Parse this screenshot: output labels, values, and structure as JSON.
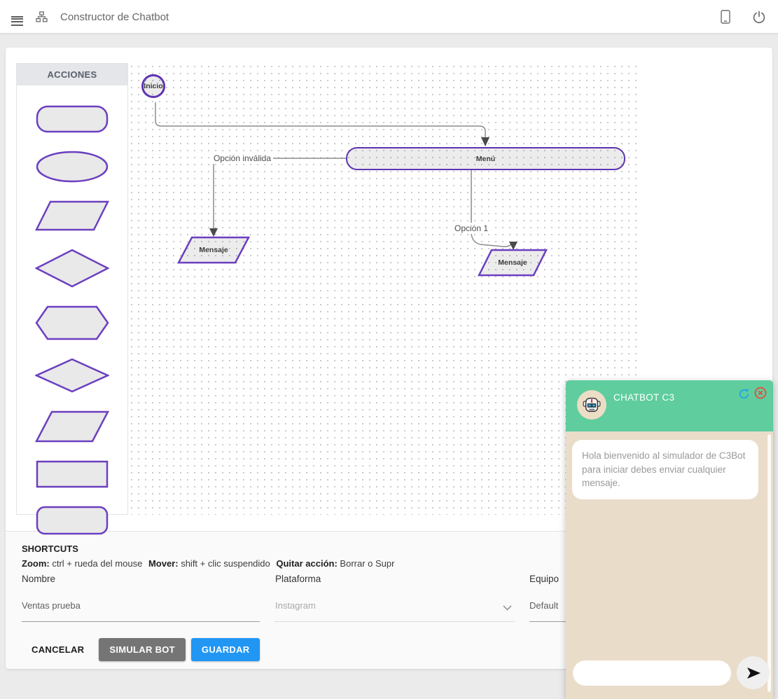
{
  "navbar": {
    "title": "Constructor de Chatbot"
  },
  "actions_panel": {
    "title": "ACCIONES",
    "shapes": [
      "rounded-rectangle",
      "ellipse",
      "parallelogram",
      "diamond",
      "hexagon",
      "wide-diamond",
      "parallelogram-2",
      "rectangle",
      "rounded-rectangle-2"
    ]
  },
  "flowchart": {
    "nodes": [
      {
        "id": "inicio",
        "type": "circle",
        "label": "Inicio"
      },
      {
        "id": "menu",
        "type": "rounded-rectangle",
        "label": "Menú"
      },
      {
        "id": "mensaje-1",
        "type": "parallelogram",
        "label": "Mensaje"
      },
      {
        "id": "mensaje-2",
        "type": "parallelogram",
        "label": "Mensaje"
      }
    ],
    "edges": [
      {
        "from": "inicio",
        "to": "menu",
        "label": ""
      },
      {
        "from": "menu",
        "to": "mensaje-1",
        "label": "Opción inválida"
      },
      {
        "from": "menu",
        "to": "mensaje-2",
        "label": "Opción 1"
      }
    ]
  },
  "shortcuts": {
    "title": "SHORTCUTS",
    "items": [
      {
        "key": "Zoom:",
        "value": "ctrl + rueda del mouse"
      },
      {
        "key": "Mover:",
        "value": "shift + clic suspendido"
      },
      {
        "key": "Quitar acción:",
        "value": "Borrar o Supr"
      }
    ]
  },
  "form": {
    "nombre": {
      "label": "Nombre",
      "value": "Ventas prueba"
    },
    "plataforma": {
      "label": "Plataforma",
      "value": "Instagram"
    },
    "equipo": {
      "label": "Equipo",
      "value": "Default"
    }
  },
  "buttons": {
    "cancel": "CANCELAR",
    "simulate": "SIMULAR BOT",
    "save": "GUARDAR"
  },
  "chat": {
    "title": "CHATBOT C3",
    "message": "Hola bienvenido al simulador de C3Bot para iniciar debes enviar cualquier mensaje.",
    "input_value": ""
  },
  "colors": {
    "accent_purple": "#5e35b1",
    "chat_header_green": "#5fcd9e",
    "chat_body_beige": "#e9dcc9",
    "save_blue": "#2196f3",
    "simulate_gray": "#757575",
    "refresh_cyan": "#27aae1",
    "close_red": "#f44336"
  }
}
